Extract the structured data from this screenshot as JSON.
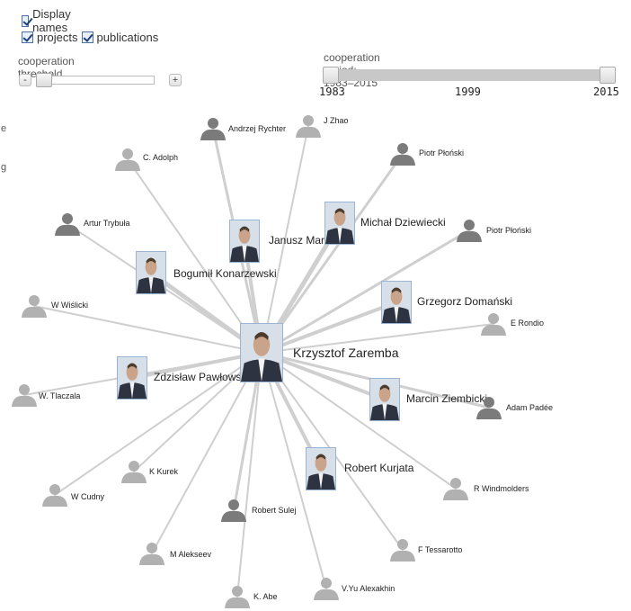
{
  "controls": {
    "display_names_label": "Display names",
    "projects_label": "projects",
    "publications_label": "publications",
    "threshold_label": "cooperation threshold",
    "minus_label": "-",
    "plus_label": "+",
    "period_label": "cooperation period: 1983–2015",
    "period_ticks": [
      "1983",
      "1999",
      "2015"
    ]
  },
  "left_edge_marks": [
    "e",
    "g"
  ],
  "colors": {
    "edge": "#cfcfcf",
    "silhouette_dark": "#7b7b7b",
    "silhouette_light": "#b1b1b1",
    "photo_frame": "#9bb4d6"
  },
  "graph": {
    "center": {
      "name": "Krzysztof Zaremba",
      "icon": "photo"
    },
    "people": [
      {
        "name": "Andrzej Rychter",
        "icon": "silhouette-dark"
      },
      {
        "name": "J Zhao",
        "icon": "silhouette-light"
      },
      {
        "name": "C. Adolph",
        "icon": "silhouette-light"
      },
      {
        "name": "Piotr Płoński",
        "icon": "silhouette-dark"
      },
      {
        "name": "Artur Trybuła",
        "icon": "silhouette-dark"
      },
      {
        "name": "Janusz Marzec",
        "icon": "photo"
      },
      {
        "name": "Michał Dziewiecki",
        "icon": "photo"
      },
      {
        "name": "Piotr Płoński",
        "icon": "silhouette-dark"
      },
      {
        "name": "Bogumił Konarzewski",
        "icon": "photo"
      },
      {
        "name": "W Wiślicki",
        "icon": "silhouette-light"
      },
      {
        "name": "Grzegorz Domański",
        "icon": "photo"
      },
      {
        "name": "E Rondio",
        "icon": "silhouette-light"
      },
      {
        "name": "Zdzisław Pawłowski",
        "icon": "photo"
      },
      {
        "name": "W. Tlaczala",
        "icon": "silhouette-light"
      },
      {
        "name": "Marcin Ziembicki",
        "icon": "photo"
      },
      {
        "name": "Adam Padée",
        "icon": "silhouette-dark"
      },
      {
        "name": "K Kurek",
        "icon": "silhouette-light"
      },
      {
        "name": "Robert Kurjata",
        "icon": "photo"
      },
      {
        "name": "W Cudny",
        "icon": "silhouette-light"
      },
      {
        "name": "R Windmolders",
        "icon": "silhouette-light"
      },
      {
        "name": "Robert Sulej",
        "icon": "silhouette-dark"
      },
      {
        "name": "M Alekseev",
        "icon": "silhouette-light"
      },
      {
        "name": "F Tessarotto",
        "icon": "silhouette-light"
      },
      {
        "name": "K. Abe",
        "icon": "silhouette-light"
      },
      {
        "name": "V.Yu Alexakhin",
        "icon": "silhouette-light"
      }
    ],
    "edge_weights": [
      3,
      2,
      2,
      3,
      2,
      4,
      5,
      3,
      5,
      2,
      4,
      2,
      4,
      2,
      4,
      3,
      2,
      4,
      2,
      2,
      3,
      2,
      2,
      2,
      2
    ]
  }
}
